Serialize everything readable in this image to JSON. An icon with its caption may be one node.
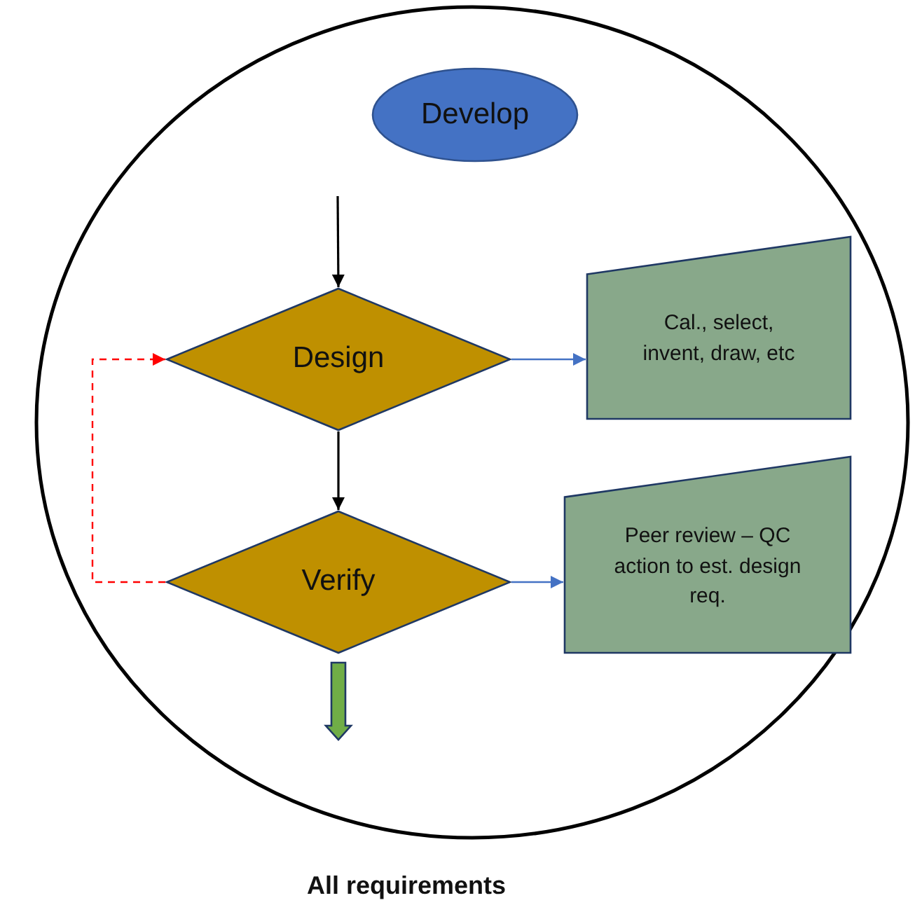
{
  "diagram": {
    "nodes": [
      {
        "text": [],
        "shape": "circle"
      },
      {
        "text": [
          "Develop"
        ],
        "in": 0
      },
      {
        "text": [
          "Design"
        ],
        "in": 0
      },
      {
        "text": [
          "Cal., select, invent, draw, etc"
        ],
        "in": 0
      },
      {
        "text": [
          "Verify"
        ],
        "in": 0
      },
      {
        "text": [
          "Peer review – QC action to est. design req."
        ],
        "in": 0
      },
      {
        "text": [
          "All requirements"
        ]
      }
    ],
    "edges": [
      {
        "from": null,
        "to": 2,
        "arrow": "to"
      },
      {
        "from": 2,
        "to": 3,
        "arrow": "to",
        "color": "#4472c4"
      },
      {
        "from": 2,
        "to": 4,
        "arrow": "to"
      },
      {
        "from": 4,
        "to": 5,
        "arrow": "to",
        "color": "#4472c4"
      },
      {
        "from": 4,
        "to": 2,
        "arrow": "to",
        "style": "dashed",
        "color": "#ff0000"
      },
      {
        "from": 4,
        "to": null,
        "arrow": "to",
        "style": "thick",
        "color": "#70ad47"
      }
    ]
  }
}
